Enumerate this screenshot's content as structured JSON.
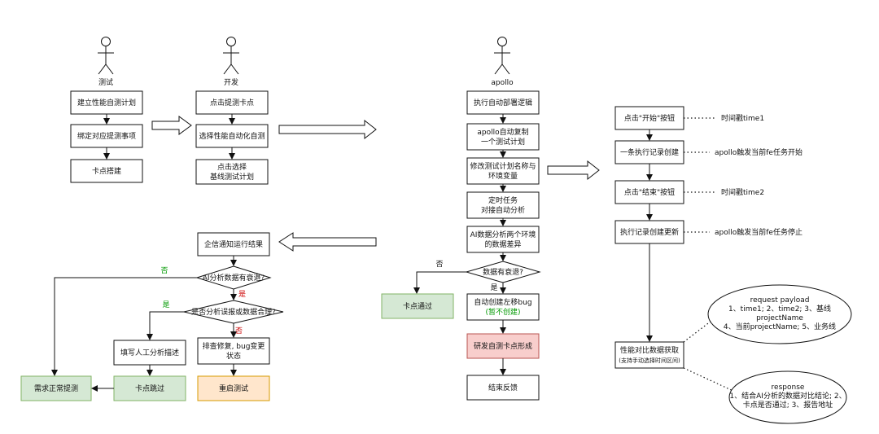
{
  "actors": {
    "test": "测试",
    "dev": "开发",
    "apollo": "apollo"
  },
  "test_lane": {
    "s1": "建立性能自测计划",
    "s2": "绑定对应提测事项",
    "s3": "卡点搭建"
  },
  "dev_lane": {
    "s1": "点击提测卡点",
    "s2": "选择性能自动化自测",
    "s3a": "点击选择",
    "s3b": "基线测试计划"
  },
  "apollo_lane": {
    "s1": "执行自动部署逻辑",
    "s2a": "apollo自动复制",
    "s2b": "一个测试计划",
    "s3a": "修改测试计划名称与",
    "s3b": "环境变量",
    "s4a": "定时任务",
    "s4b": "对接自动分析",
    "s5a": "AI数据分析两个环境",
    "s5b": "的数据差异",
    "d1": "数据有衰退?",
    "no": "否",
    "yes": "是",
    "pass": "卡点通过",
    "bug_a": "自动创建左移bug",
    "bug_b": "(暂不创建)",
    "form": "研发自测卡点形成",
    "end": "结束反馈"
  },
  "right_lane": {
    "s1": "点击\"开始\"按钮",
    "n1": "时间戳time1",
    "s2": "一条执行记录创建",
    "n2": "apollo触发当前fe任务开始",
    "s3": "点击\"结束\"按钮",
    "n3": "时间戳time2",
    "s4": "执行记录创建更新",
    "n4": "apollo触发当前fe任务停止",
    "perf_a": "性能对比数据获取",
    "perf_b": "(支持手动选择时间区间)",
    "req": [
      "request payload",
      "1、time1; 2、time2; 3、基线",
      "projectName",
      "4、当前projectName; 5、业务线"
    ],
    "resp": [
      "response",
      "1、结合AI分析的数据对比结论; 2、",
      "卡点是否通过; 3、报告地址"
    ]
  },
  "bottom_left": {
    "notify": "企信通知运行结果",
    "d1": "AI分析数据有衰退?",
    "d2": "是否分析误报或数据合理?",
    "no": "否",
    "yes1": "是",
    "yes2": "是",
    "no2": "否",
    "fill": "填写人工分析描述",
    "fix_a": "排查修复, bug变更",
    "fix_b": "状态",
    "normal": "需求正常提测",
    "skip": "卡点跳过",
    "restart": "重启测试"
  },
  "colors": {
    "green_fill": "#d5e8d4",
    "orange_fill": "#ffe6cc",
    "red_fill": "#f8cecc",
    "label_green": "#009900",
    "label_red": "#cc0000"
  }
}
